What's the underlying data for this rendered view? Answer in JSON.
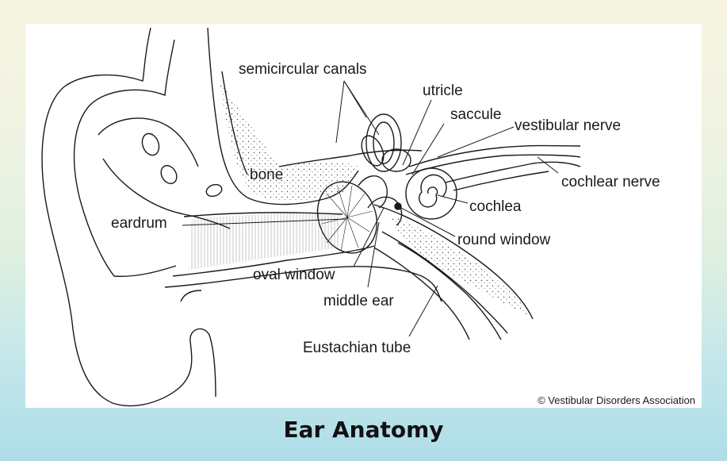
{
  "diagram": {
    "labels": {
      "semicircular_canals": "semicircular canals",
      "utricle": "utricle",
      "saccule": "saccule",
      "vestibular_nerve": "vestibular nerve",
      "bone": "bone",
      "cochlear_nerve": "cochlear nerve",
      "cochlea": "cochlea",
      "eardrum": "eardrum",
      "round_window": "round window",
      "oval_window": "oval window",
      "middle_ear": "middle ear",
      "eustachian_tube": "Eustachian tube"
    },
    "copyright": "© Vestibular Disorders Association"
  },
  "caption": "Ear Anatomy"
}
